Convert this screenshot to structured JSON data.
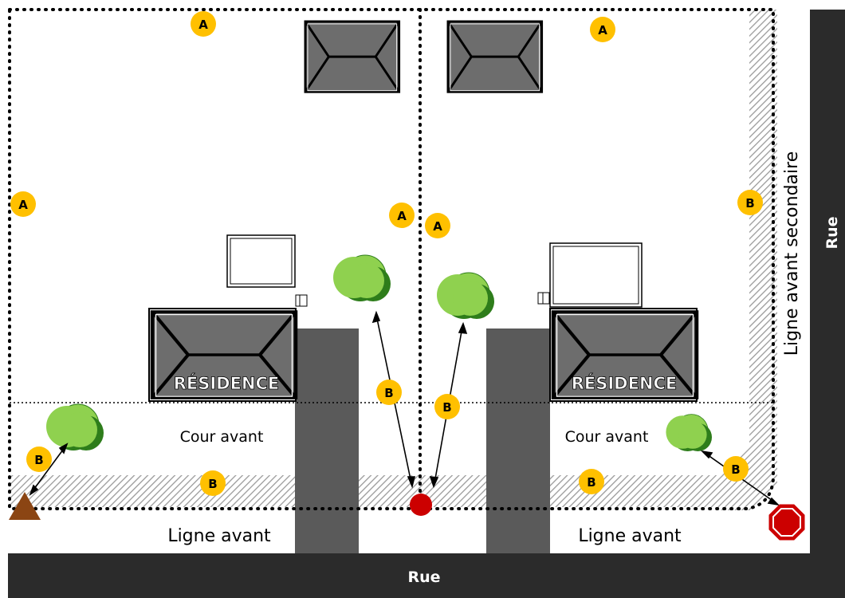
{
  "streets": {
    "bottom_label": "Rue",
    "right_label": "Rue"
  },
  "labels": {
    "residence_left": "RÉSIDENCE",
    "residence_right": "RÉSIDENCE",
    "front_yard_left": "Cour avant",
    "front_yard_right": "Cour avant",
    "front_line_left": "Ligne avant",
    "front_line_right": "Ligne avant",
    "secondary_front_line": "Ligne avant secondaire"
  },
  "badges": {
    "a": "A",
    "b": "B"
  },
  "colors": {
    "street": "#2b2b2b",
    "driveway": "#5a5a5a",
    "roof": "#6d6d6d",
    "tree_light": "#8fd14f",
    "tree_dark": "#2e7d1b",
    "badge": "#ffc000",
    "hydrant": "#cc0000",
    "stop_sign": "#cc0000",
    "landmark": "#8b4513"
  },
  "icons": [
    "tree-icon",
    "fire-hydrant-icon",
    "stop-sign-icon",
    "survey-marker-icon",
    "shed-roof-icon",
    "house-roof-icon"
  ]
}
